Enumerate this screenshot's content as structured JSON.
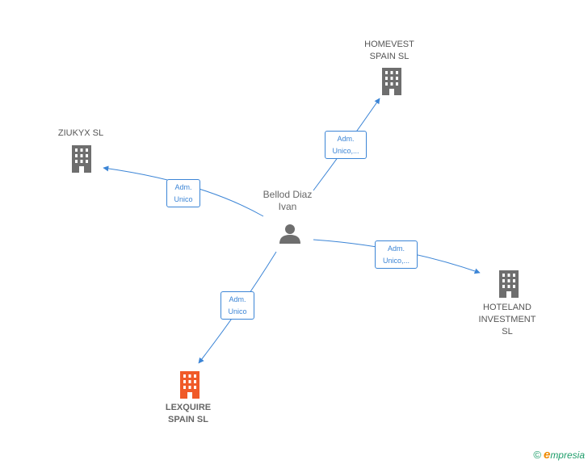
{
  "center": {
    "name_line1": "Bellod Diaz",
    "name_line2": "Ivan"
  },
  "nodes": [
    {
      "id": "homevest",
      "line1": "HOMEVEST",
      "line2": "SPAIN  SL",
      "line3": ""
    },
    {
      "id": "ziukyx",
      "line1": "ZIUKYX  SL",
      "line2": "",
      "line3": ""
    },
    {
      "id": "hoteland",
      "line1": "HOTELAND",
      "line2": "INVESTMENT",
      "line3": "SL"
    },
    {
      "id": "lexquire",
      "line1": "LEXQUIRE",
      "line2": "SPAIN  SL",
      "line3": ""
    }
  ],
  "edges": [
    {
      "to": "homevest",
      "line1": "Adm.",
      "line2": "Unico,..."
    },
    {
      "to": "ziukyx",
      "line1": "Adm.",
      "line2": "Unico"
    },
    {
      "to": "hoteland",
      "line1": "Adm.",
      "line2": "Unico,..."
    },
    {
      "to": "lexquire",
      "line1": "Adm.",
      "line2": "Unico"
    }
  ],
  "colors": {
    "edge": "#3c85d6",
    "company": "#6e6e6e",
    "focus": "#f05a28",
    "person": "#6e6e6e"
  },
  "icons": {
    "person": "person-icon",
    "company": "building-icon"
  },
  "brand": {
    "copyright": "©",
    "name": "mpresia",
    "initial": "e"
  }
}
